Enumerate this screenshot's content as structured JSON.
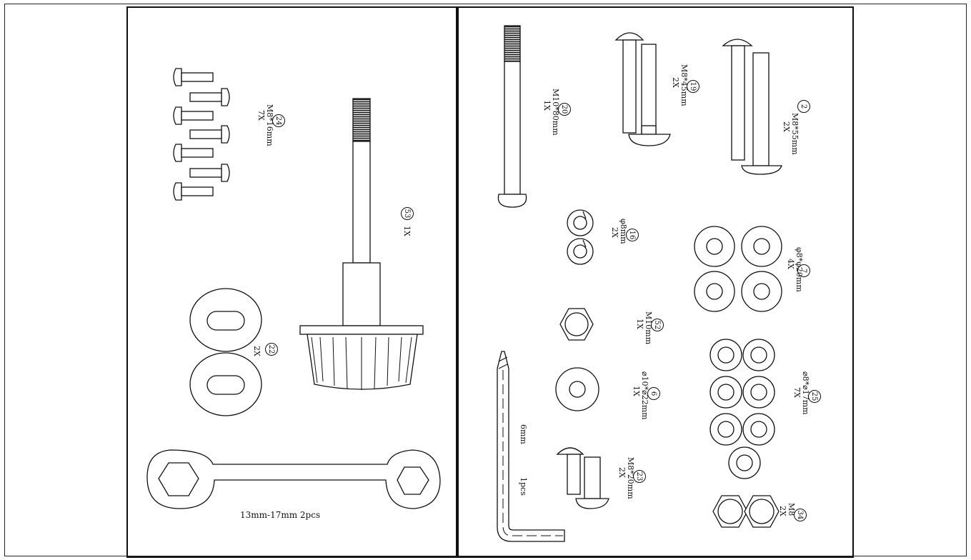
{
  "parts": {
    "p24": {
      "num": "24",
      "size": "M8*16mm",
      "qty": "7X"
    },
    "p53": {
      "num": "53",
      "qty": "1X"
    },
    "p22": {
      "num": "22",
      "qty": "2X"
    },
    "wrench": {
      "label": "13mm-17mm  2pcs"
    },
    "p20": {
      "num": "20",
      "size": "M10*80mm",
      "qty": "1X"
    },
    "p19": {
      "num": "19",
      "size": "M8*45mm",
      "qty": "2X"
    },
    "p2": {
      "num": "2",
      "size": "M8*55mm",
      "qty": "2X"
    },
    "p16": {
      "num": "16",
      "size": "φ8mm",
      "qty": "2X"
    },
    "p7": {
      "num": "7",
      "size": "φ8*φ20mm",
      "qty": "4X"
    },
    "p52": {
      "num": "52",
      "size": "M10mm",
      "qty": "1X"
    },
    "p6": {
      "num": "6",
      "size": "⌀10*⌀22mm",
      "qty": "1X"
    },
    "p25": {
      "num": "25",
      "size": "⌀8*⌀17mm",
      "qty": "7X"
    },
    "p23": {
      "num": "23",
      "size": "M8*20mm",
      "qty": "2X"
    },
    "p34": {
      "num": "34",
      "size": "M8",
      "qty": "2X"
    },
    "allen": {
      "size": "6mm",
      "qty": "1pcs"
    }
  }
}
